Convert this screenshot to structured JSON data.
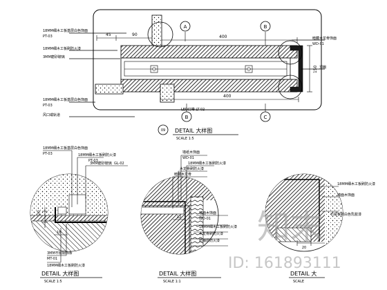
{
  "top_plan": {
    "grid_markers": [
      "A",
      "B",
      "B",
      "C"
    ],
    "dims": {
      "d45": "45",
      "d90": "90",
      "d400_top": "400",
      "d400_bottom": "400",
      "d150": "150"
    },
    "left_callouts": [
      {
        "line1": "18MM细木工板基层白色饰面",
        "line2": "PT-03"
      },
      {
        "line1": "18MM细木工板刷防火漆",
        "line2": ""
      },
      {
        "line1": "3MM磨砂玻璃",
        "line2": ""
      },
      {
        "line1": "18MM细木工板基层白色饰面",
        "line2": "PT-03"
      },
      {
        "line1": "风口或轨道",
        "line2": ""
      }
    ],
    "right_callouts": [
      {
        "line1": "暗藏木龙骨饰面",
        "line2": "WD-01"
      },
      {
        "line1": "顶棚",
        "line2": ""
      }
    ],
    "led_label": "LED灯带 LT-02",
    "detail_number": "09",
    "detail_title": "DETAIL 大样图",
    "scale": "SCALE 1:5"
  },
  "detail_left": {
    "callouts": [
      {
        "line1": "18MM细木工板基层白色饰面",
        "line2": "PT-03"
      },
      {
        "line1": "18MM细木工板刷防火漆",
        "line2": "PT-03"
      },
      {
        "line1": "3MM磨砂玻璃",
        "line2": "GL-02"
      },
      {
        "line1": "3MM不锈钢饰条",
        "line2": "MT-01"
      },
      {
        "line1": "18MM细木工板刷防火漆",
        "line2": ""
      }
    ],
    "dims": {
      "d20": "20",
      "d18": "18"
    },
    "title": "DETAIL 大样图",
    "scale": "SCALE 1:5"
  },
  "detail_mid": {
    "callouts": [
      {
        "line1": "墙纸木饰面",
        "line2": "WD-01"
      },
      {
        "line1": "18MM细木工板刷防火漆",
        "line2": ""
      },
      {
        "line1": "木龙骨刷防火漆",
        "line2": ""
      },
      {
        "line1": "暗藏木龙骨",
        "line2": ""
      },
      {
        "line1": "墙面木饰面",
        "line2": "WD-01"
      },
      {
        "line1": "18MM细木工板刷防火漆",
        "line2": ""
      },
      {
        "line1": "木龙骨刷防火漆",
        "line2": ""
      },
      {
        "line1": "防潮层防火漆",
        "line2": ""
      }
    ],
    "dims": {
      "d12": "12"
    },
    "title": "DETAIL 大样图",
    "scale": "SCALE 1:1"
  },
  "detail_right": {
    "callouts": [
      {
        "line1": "18MM细木工板刷防火漆",
        "line2": ""
      },
      {
        "line1": "墙面木饰面",
        "line2": ""
      },
      {
        "line1": "石膏板刷白色乳胶漆",
        "line2": ""
      }
    ],
    "dims": {
      "d20": "20"
    },
    "title": "DETAIL 大",
    "scale": "SCALE"
  },
  "watermark": {
    "brand": "知末",
    "id_text": "ID: 161893111"
  }
}
